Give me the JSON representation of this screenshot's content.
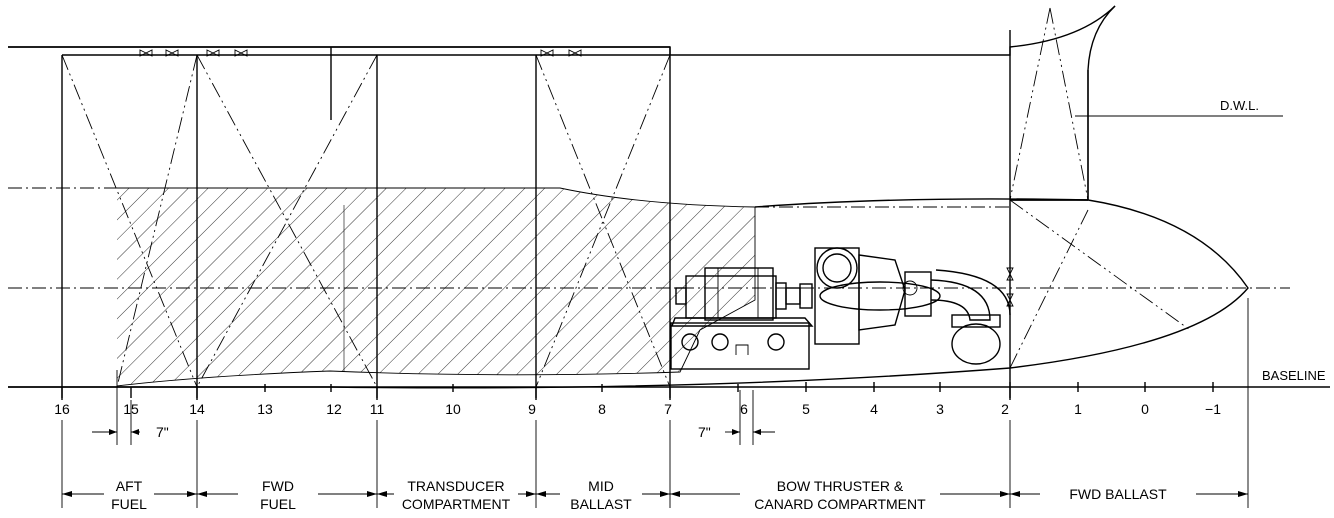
{
  "drawing": {
    "dwl_label": "D.W.L.",
    "baseline_label": "BASELINE",
    "offset_label_aft": "7\"",
    "offset_label_fwd": "7\""
  },
  "frames": [
    "16",
    "15",
    "14",
    "13",
    "12",
    "11",
    "10",
    "9",
    "8",
    "7",
    "6",
    "5",
    "4",
    "3",
    "2",
    "1",
    "0",
    "−1"
  ],
  "compartments": [
    {
      "line1": "AFT",
      "line2": "FUEL"
    },
    {
      "line1": "FWD",
      "line2": "FUEL"
    },
    {
      "line1": "TRANSDUCER",
      "line2": "COMPARTMENT"
    },
    {
      "line1": "MID",
      "line2": "BALLAST"
    },
    {
      "line1": "BOW THRUSTER &",
      "line2": "CANARD COMPARTMENT"
    },
    {
      "line1": "FWD BALLAST",
      "line2": ""
    }
  ]
}
